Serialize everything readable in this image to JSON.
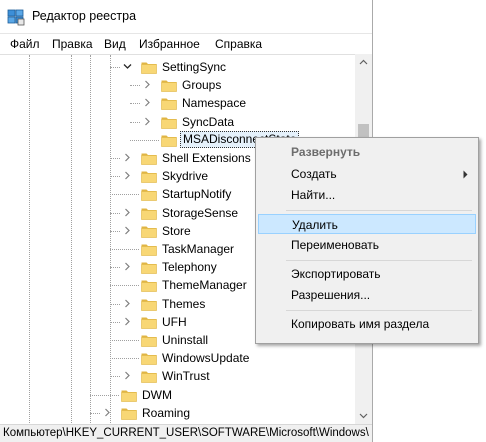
{
  "window": {
    "title": "Редактор реестра",
    "menu": [
      "Файл",
      "Правка",
      "Вид",
      "Избранное",
      "Справка"
    ]
  },
  "tree": {
    "items": [
      {
        "label": "SettingSync",
        "level": 2,
        "expander": "expanded"
      },
      {
        "label": "Groups",
        "level": 3,
        "expander": "collapsed"
      },
      {
        "label": "Namespace",
        "level": 3,
        "expander": "collapsed"
      },
      {
        "label": "SyncData",
        "level": 3,
        "expander": "collapsed"
      },
      {
        "label": "MSADisconnectState",
        "level": 3,
        "expander": "none",
        "selected": true
      },
      {
        "label": "Shell Extensions",
        "level": 2,
        "expander": "collapsed"
      },
      {
        "label": "Skydrive",
        "level": 2,
        "expander": "collapsed"
      },
      {
        "label": "StartupNotify",
        "level": 2,
        "expander": "none"
      },
      {
        "label": "StorageSense",
        "level": 2,
        "expander": "collapsed"
      },
      {
        "label": "Store",
        "level": 2,
        "expander": "collapsed"
      },
      {
        "label": "TaskManager",
        "level": 2,
        "expander": "none"
      },
      {
        "label": "Telephony",
        "level": 2,
        "expander": "collapsed"
      },
      {
        "label": "ThemeManager",
        "level": 2,
        "expander": "none"
      },
      {
        "label": "Themes",
        "level": 2,
        "expander": "collapsed"
      },
      {
        "label": "UFH",
        "level": 2,
        "expander": "collapsed"
      },
      {
        "label": "Uninstall",
        "level": 2,
        "expander": "none"
      },
      {
        "label": "WindowsUpdate",
        "level": 2,
        "expander": "none"
      },
      {
        "label": "WinTrust",
        "level": 2,
        "expander": "collapsed"
      },
      {
        "label": "DWM",
        "level": 1,
        "expander": "none"
      },
      {
        "label": "Roaming",
        "level": 1,
        "expander": "collapsed"
      }
    ]
  },
  "status": {
    "path": "Компьютер\\HKEY_CURRENT_USER\\SOFTWARE\\Microsoft\\Windows\\"
  },
  "context_menu": {
    "groups": [
      [
        {
          "label": "Развернуть",
          "disabled": true
        },
        {
          "label": "Создать",
          "submenu": true
        },
        {
          "label": "Найти..."
        }
      ],
      [
        {
          "label": "Удалить",
          "highlighted": true
        },
        {
          "label": "Переименовать"
        }
      ],
      [
        {
          "label": "Экспортировать"
        },
        {
          "label": "Разрешения..."
        }
      ],
      [
        {
          "label": "Копировать имя раздела"
        }
      ]
    ]
  },
  "icons": {
    "app": "registry-editor-icon",
    "folder": "folder-icon",
    "expanded": "chevron-down-icon",
    "collapsed": "chevron-right-icon",
    "submenu": "chevron-right-icon"
  },
  "colors": {
    "folder": "#f8d775",
    "folder_dark": "#e0b544",
    "selection": "#e5f1fb",
    "menu_highlight": "#cce8ff",
    "menu_highlight_border": "#99d1ff",
    "disabled_text": "#6d6d6d"
  }
}
